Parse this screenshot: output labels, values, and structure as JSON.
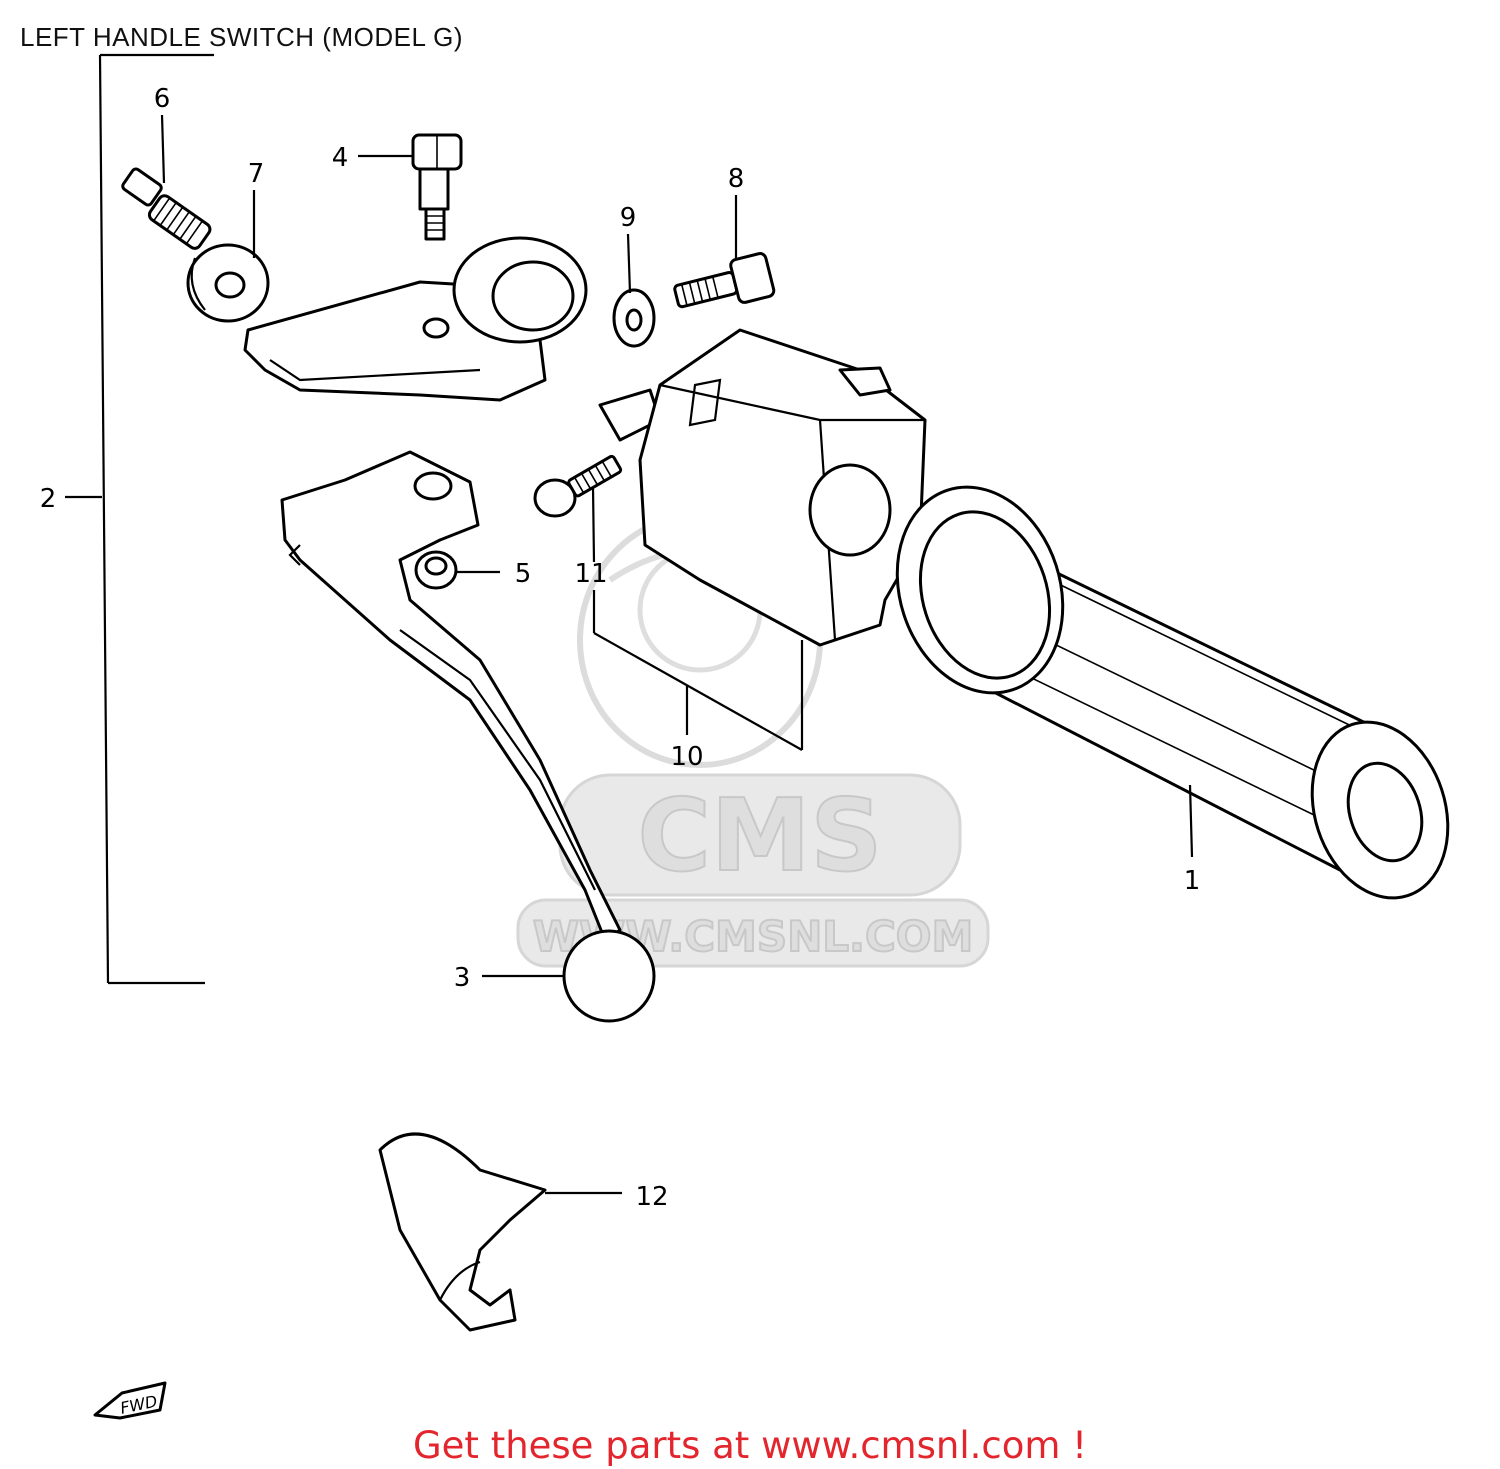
{
  "title": "LEFT HANDLE SWITCH (MODEL G)",
  "callouts": {
    "c1": "1",
    "c2": "2",
    "c3": "3",
    "c4": "4",
    "c5": "5",
    "c6": "6",
    "c7": "7",
    "c8": "8",
    "c9": "9",
    "c10": "10",
    "c11": "11",
    "c12": "12"
  },
  "watermark": {
    "brand": "CMS",
    "url": "WWW.CMSNL.COM"
  },
  "direction_marker": "FWD",
  "footer": "Get these parts at www.cmsnl.com !"
}
